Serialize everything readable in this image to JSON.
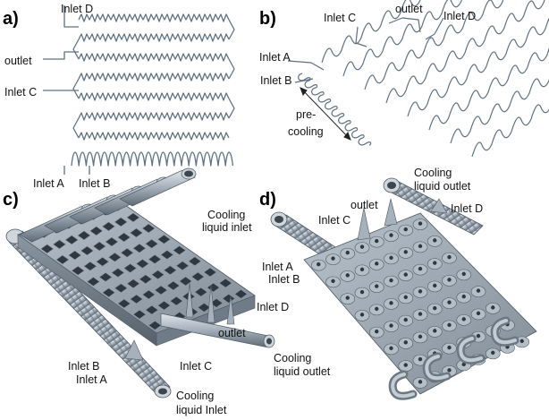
{
  "panels": {
    "a": {
      "letter": "a)",
      "labels": {
        "inlet_d": "Inlet D",
        "outlet": "outlet",
        "inlet_c": "Inlet C",
        "inlet_a": "Inlet A",
        "inlet_b": "Inlet B"
      }
    },
    "b": {
      "letter": "b)",
      "labels": {
        "inlet_c": "Inlet C",
        "outlet": "outlet",
        "inlet_d": "Inlet D",
        "inlet_a": "Inlet A",
        "inlet_b": "Inlet B",
        "pre": "pre-",
        "cooling": "cooling"
      }
    },
    "c": {
      "letter": "c)",
      "labels": {
        "cool_in_1": "Cooling",
        "cool_in_2": "liquid inlet",
        "inlet_d": "Inlet D",
        "outlet": "outlet",
        "inlet_c": "Inlet C",
        "inlet_b": "Inlet B",
        "inlet_a": "Inlet A",
        "cool_out_1": "Cooling",
        "cool_out_2": "liquid outlet",
        "cool_in_bot_1": "Cooling",
        "cool_in_bot_2": "liquid Inlet"
      }
    },
    "d": {
      "letter": "d)",
      "labels": {
        "cool_out_1": "Cooling",
        "cool_out_2": "liquid outlet",
        "inlet_d": "Inlet D",
        "outlet": "outlet",
        "inlet_c": "Inlet C",
        "inlet_a": "Inlet A",
        "inlet_b": "Inlet B"
      }
    }
  },
  "colors": {
    "tube_stroke": "#5f7080",
    "metal_light": "#c3ccd4",
    "metal_mid": "#9aa6b2",
    "metal_dark": "#5c6873",
    "hole": "#2f3840"
  }
}
